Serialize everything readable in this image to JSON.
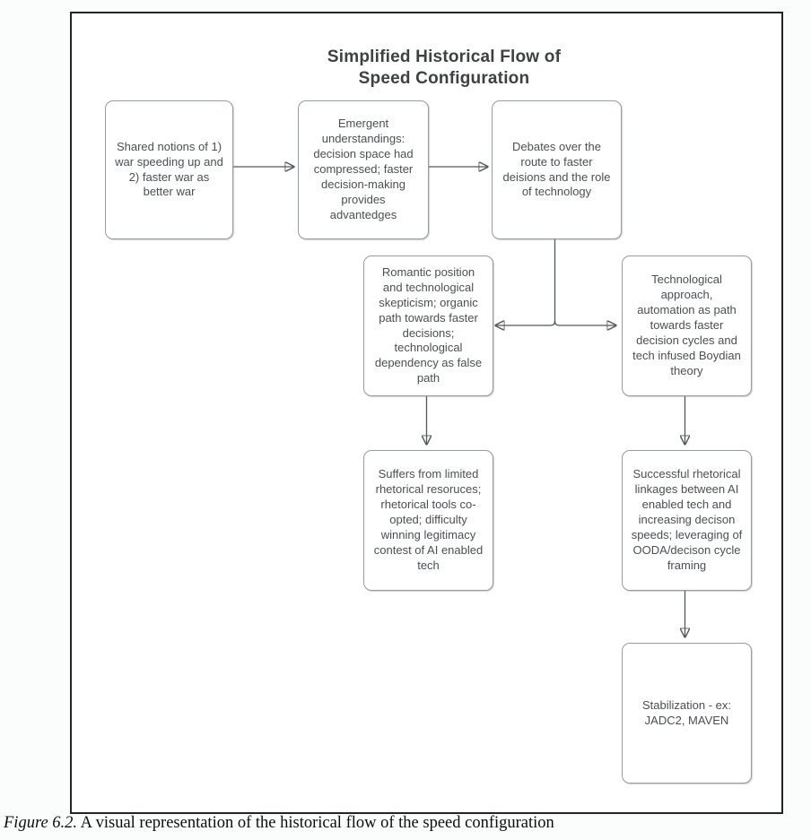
{
  "diagram": {
    "title": "Simplified Historical Flow of\nSpeed Configuration",
    "nodes": [
      {
        "id": "shared-notions",
        "text": "Shared notions of 1) war speeding up and 2) faster war as better war"
      },
      {
        "id": "emergent-understandings",
        "text": "Emergent understandings: decision space had compressed; faster decision-making provides advantedges"
      },
      {
        "id": "debates-route",
        "text": "Debates over the route to faster deisions and the role of technology"
      },
      {
        "id": "romantic-position",
        "text": "Romantic position and technological skepticism; organic path towards faster decisions; technological dependency as false path"
      },
      {
        "id": "technological-approach",
        "text": "Technological approach, automation as path towards faster decision cycles and tech infused Boydian theory"
      },
      {
        "id": "limited-rhetorical",
        "text": "Suffers from limited rhetorical resoruces; rhetorical tools co-opted; difficulty winning legitimacy contest of AI enabled tech"
      },
      {
        "id": "successful-linkages",
        "text": "Successful rhetorical linkages between AI enabled tech and increasing decison speeds; leveraging of OODA/decison cycle framing"
      },
      {
        "id": "stabilization",
        "text": "Stabilization - ex: JADC2, MAVEN"
      }
    ],
    "edges": [
      {
        "from": "shared-notions",
        "to": "emergent-understandings"
      },
      {
        "from": "emergent-understandings",
        "to": "debates-route"
      },
      {
        "from": "debates-route",
        "to": "romantic-position"
      },
      {
        "from": "debates-route",
        "to": "technological-approach"
      },
      {
        "from": "romantic-position",
        "to": "limited-rhetorical"
      },
      {
        "from": "technological-approach",
        "to": "successful-linkages"
      },
      {
        "from": "successful-linkages",
        "to": "stabilization"
      }
    ],
    "colors": {
      "frame_border": "#222425",
      "node_border": "#979c9e",
      "node_text": "#4a5052",
      "title_text": "#3c4242",
      "arrow": "#53585a"
    }
  },
  "caption": {
    "figure_label": "Figure 6.2.",
    "text": " A visual representation of the historical flow of the speed configuration"
  }
}
